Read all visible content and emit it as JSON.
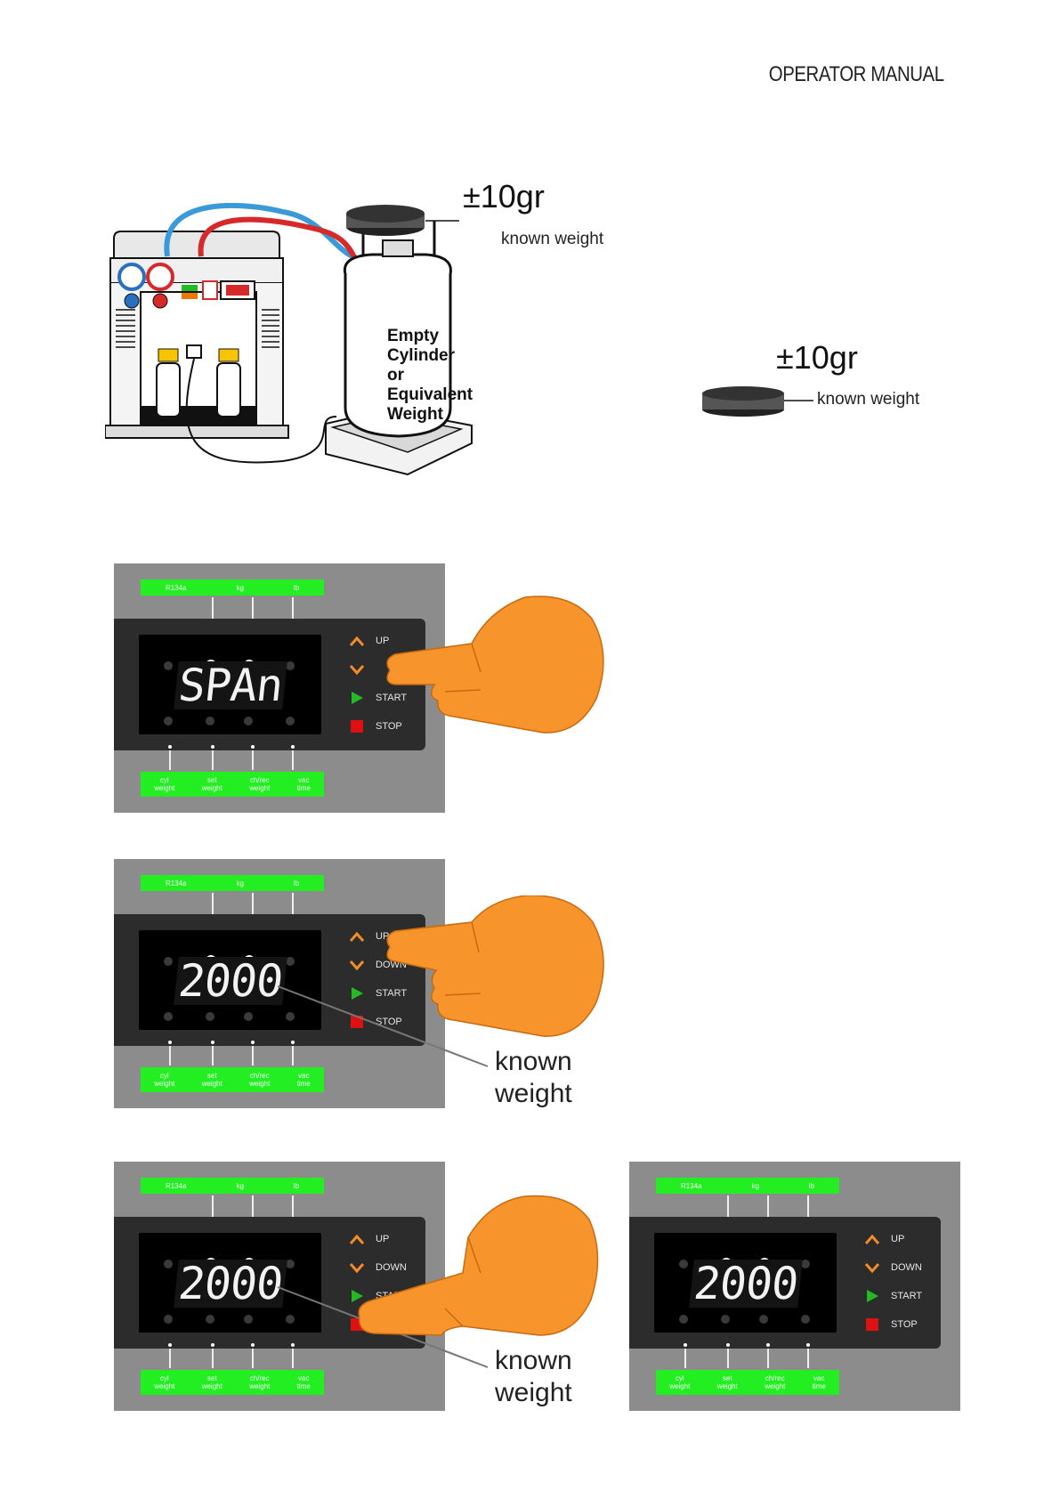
{
  "header": {
    "title": "OPERATOR MANUAL"
  },
  "figure1": {
    "tolerance": "±10gr",
    "known_weight_label": "known weight",
    "cylinder_label": [
      "Empty",
      "Cylinder",
      "or",
      "Equivalent",
      "Weight"
    ]
  },
  "figure2": {
    "tolerance": "±10gr",
    "known_weight_label": "known weight"
  },
  "panel_labels": {
    "top": [
      "R134a",
      "kg",
      "lb"
    ],
    "bottom": [
      [
        "cyl",
        "weight"
      ],
      [
        "set",
        "weight"
      ],
      [
        "ch/rec",
        "weight"
      ],
      [
        "vac",
        "time"
      ]
    ],
    "buttons": {
      "up": "UP",
      "down": "DOWN",
      "start": "START",
      "stop": "STOP"
    }
  },
  "panels": [
    {
      "display": "SPAn"
    },
    {
      "display": "2000",
      "callout": [
        "known",
        "weight"
      ]
    },
    {
      "display": "2000",
      "callout": [
        "known",
        "weight"
      ]
    },
    {
      "display": "2000"
    }
  ],
  "colors": {
    "strip": "#22ee22",
    "hand": "#f7942b",
    "up_down": "#f28c28",
    "start": "#22bb22",
    "stop": "#dd1111",
    "hose_blue": "#3a9ad9",
    "hose_red": "#d62a2a"
  }
}
